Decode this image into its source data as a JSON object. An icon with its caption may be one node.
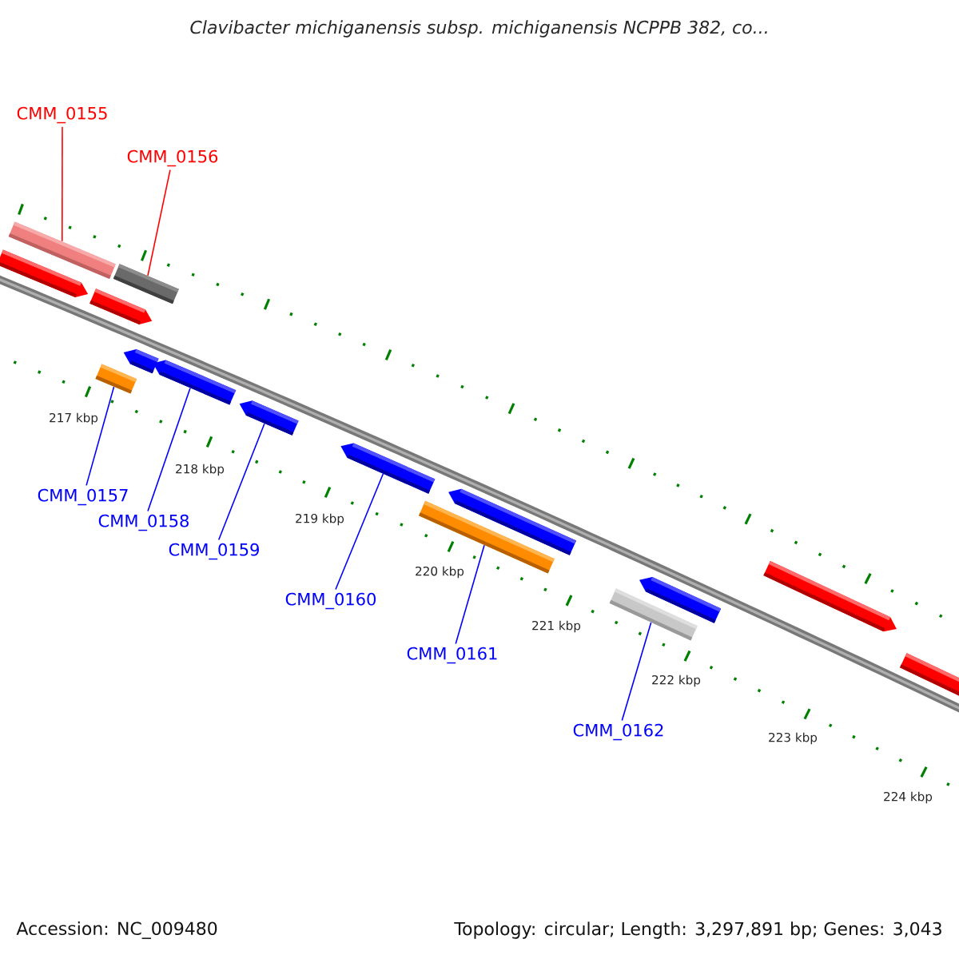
{
  "diagram": {
    "title": "Clavibacter michiganensis subsp. michiganensis NCPPB 382, co...",
    "nodes": [
      {
        "text": [
          "CMM_0155"
        ]
      },
      {
        "text": [
          "CMM_0156"
        ]
      },
      {
        "text": [
          "CMM_0157"
        ]
      },
      {
        "text": [
          "CMM_0158"
        ]
      },
      {
        "text": [
          "CMM_0159"
        ]
      },
      {
        "text": [
          "CMM_0160"
        ]
      },
      {
        "text": [
          "CMM_0161"
        ]
      },
      {
        "text": [
          "CMM_0162"
        ]
      },
      {
        "text": [],
        "shape": "bar"
      },
      {
        "text": [],
        "shape": "arrow"
      },
      {
        "text": [],
        "shape": "arrow"
      },
      {
        "text": [],
        "shape": "bar"
      },
      {
        "text": [],
        "shape": "bar"
      },
      {
        "text": [],
        "shape": "arrow"
      },
      {
        "text": [],
        "shape": "arrow"
      },
      {
        "text": [],
        "shape": "arrow"
      },
      {
        "text": [],
        "shape": "arrow"
      },
      {
        "text": [],
        "shape": "bar"
      },
      {
        "text": [],
        "shape": "arrow"
      },
      {
        "text": [],
        "shape": "bar"
      },
      {
        "text": [],
        "shape": "arrow"
      },
      {
        "text": [],
        "shape": "arrow"
      },
      {
        "text": [],
        "shape": "arrow"
      }
    ],
    "edges": [
      {
        "from": 0,
        "to": 8,
        "arrow": "none",
        "color": "#ff0000"
      },
      {
        "from": 1,
        "to": 11,
        "arrow": "none",
        "color": "#ff0000"
      },
      {
        "from": 2,
        "to": 12,
        "arrow": "none"
      },
      {
        "from": 3,
        "to": 14,
        "arrow": "none"
      },
      {
        "from": 4,
        "to": 15,
        "arrow": "none"
      },
      {
        "from": 5,
        "to": 16,
        "arrow": "none"
      },
      {
        "from": 6,
        "to": 17,
        "arrow": "none"
      },
      {
        "from": 7,
        "to": 19,
        "arrow": "none"
      }
    ],
    "labels": [
      "217 kbp",
      "218 kbp",
      "219 kbp",
      "220 kbp",
      "221 kbp",
      "222 kbp",
      "223 kbp",
      "224 kbp",
      "Accession: NC_009480",
      "Topology: circular; Length: 3,297,891 bp; Genes: 3,043"
    ]
  }
}
